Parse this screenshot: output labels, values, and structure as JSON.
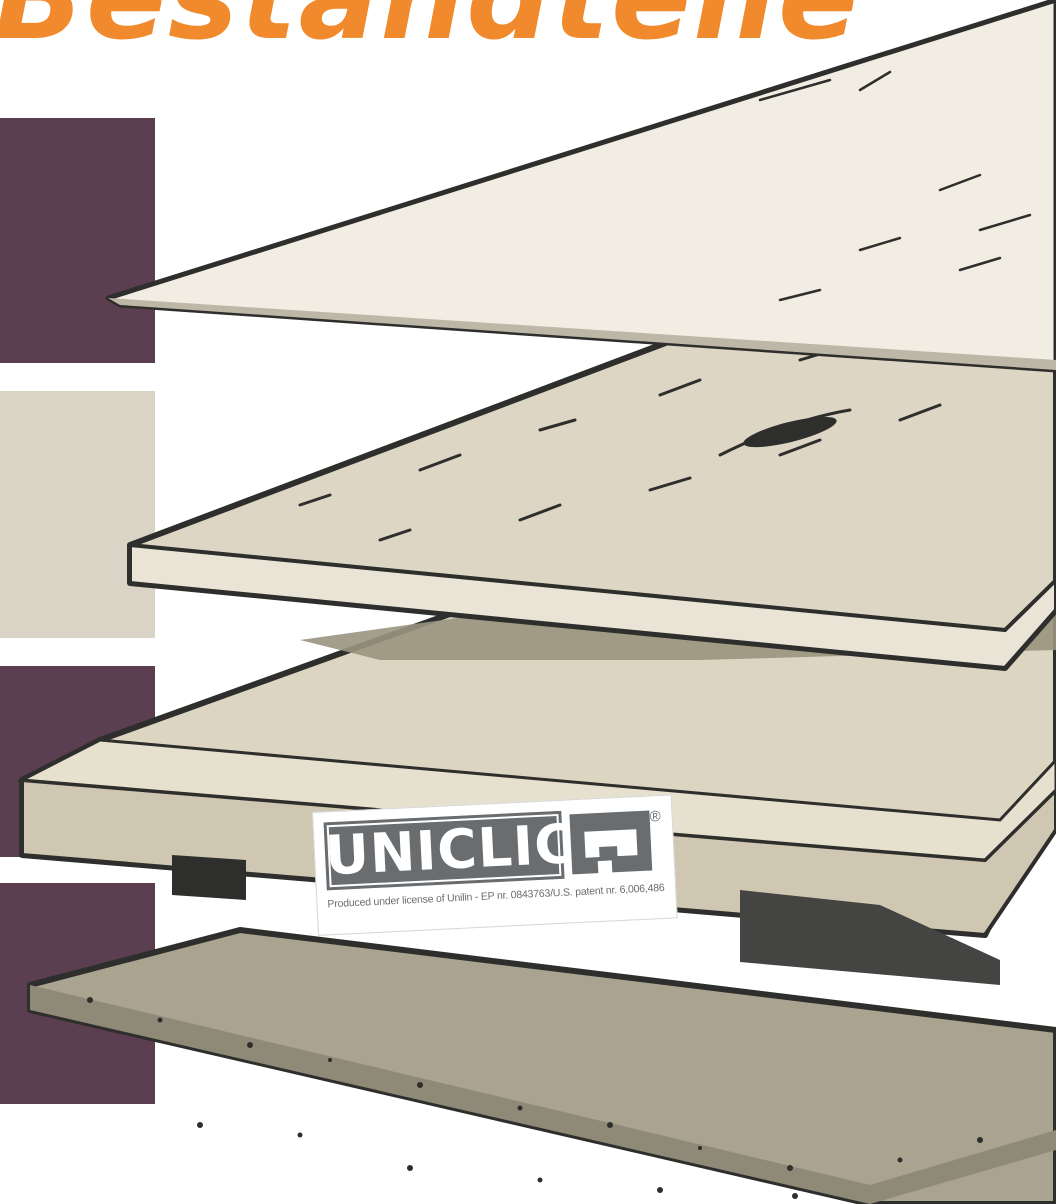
{
  "title": {
    "text": "Bestandteile",
    "color": "#f08a2c"
  },
  "swatches": [
    "#5b3f51",
    "#d9d4c5",
    "#5b3f51",
    "#5b3f51"
  ],
  "colors": {
    "top_layer": "#f1ede3",
    "board": "#ddd6c4",
    "core": "#dcd5c2",
    "underlay": "#a9a390",
    "outline": "#2e2e2c"
  },
  "logo": {
    "word": "UNICLIC",
    "registered": "®",
    "license": "Produced under license of Unilin - EP nr. 0843763/U.S. patent nr. 6,006,486"
  }
}
